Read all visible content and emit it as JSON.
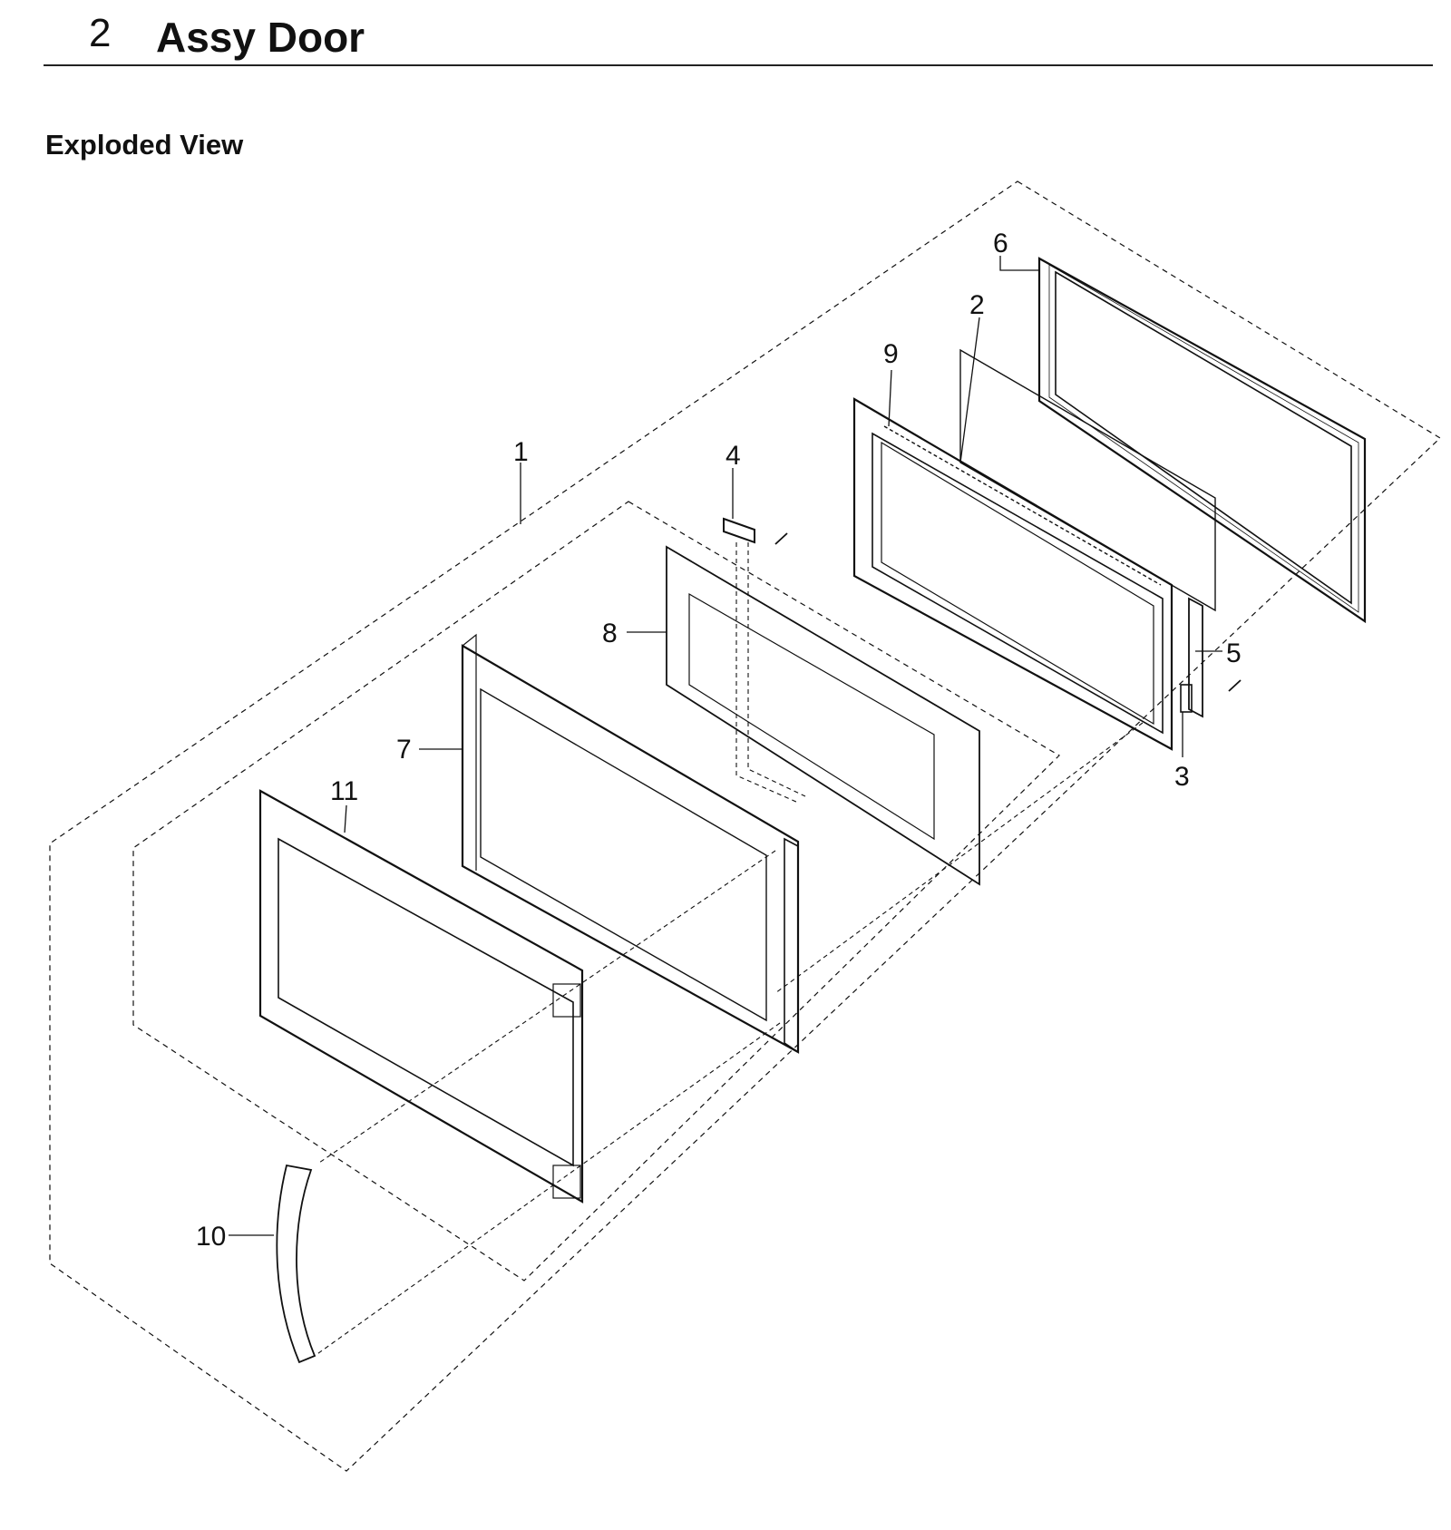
{
  "header": {
    "section_number": "2",
    "section_title": "Assy Door"
  },
  "view_title": "Exploded View",
  "callouts": [
    {
      "id": "1",
      "label": "1"
    },
    {
      "id": "2",
      "label": "2"
    },
    {
      "id": "3",
      "label": "3"
    },
    {
      "id": "4",
      "label": "4"
    },
    {
      "id": "5",
      "label": "5"
    },
    {
      "id": "6",
      "label": "6"
    },
    {
      "id": "7",
      "label": "7"
    },
    {
      "id": "8",
      "label": "8"
    },
    {
      "id": "9",
      "label": "9"
    },
    {
      "id": "10",
      "label": "10"
    },
    {
      "id": "11",
      "label": "11"
    }
  ],
  "colors": {
    "line": "#111111",
    "background": "#ffffff"
  }
}
